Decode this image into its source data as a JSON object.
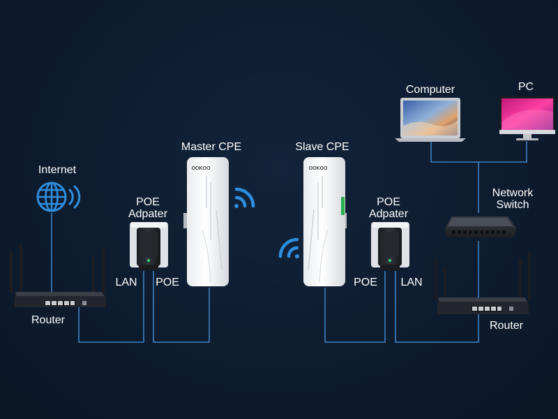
{
  "labels": {
    "internet": "Internet",
    "router_left": "Router",
    "router_right": "Router",
    "poe_left_l1": "POE",
    "poe_left_l2": "Adpater",
    "poe_right_l1": "POE",
    "poe_right_l2": "Adpater",
    "lan_left": "LAN",
    "poe_port_left": "POE",
    "poe_port_right": "POE",
    "lan_right": "LAN",
    "master_cpe": "Master CPE",
    "slave_cpe": "Slave CPE",
    "computer": "Computer",
    "pc": "PC",
    "switch_l1": "Network",
    "switch_l2": "Switch"
  },
  "cpe_logo": "OOKOO",
  "colors": {
    "background": "#0d1b2e",
    "accent": "#2e8fe0",
    "line": "#3d82c4",
    "label": "#ffffff"
  },
  "icons": {
    "internet": "globe-icon",
    "wifi_master": "wifi-signal-icon",
    "wifi_slave": "wifi-signal-icon"
  }
}
